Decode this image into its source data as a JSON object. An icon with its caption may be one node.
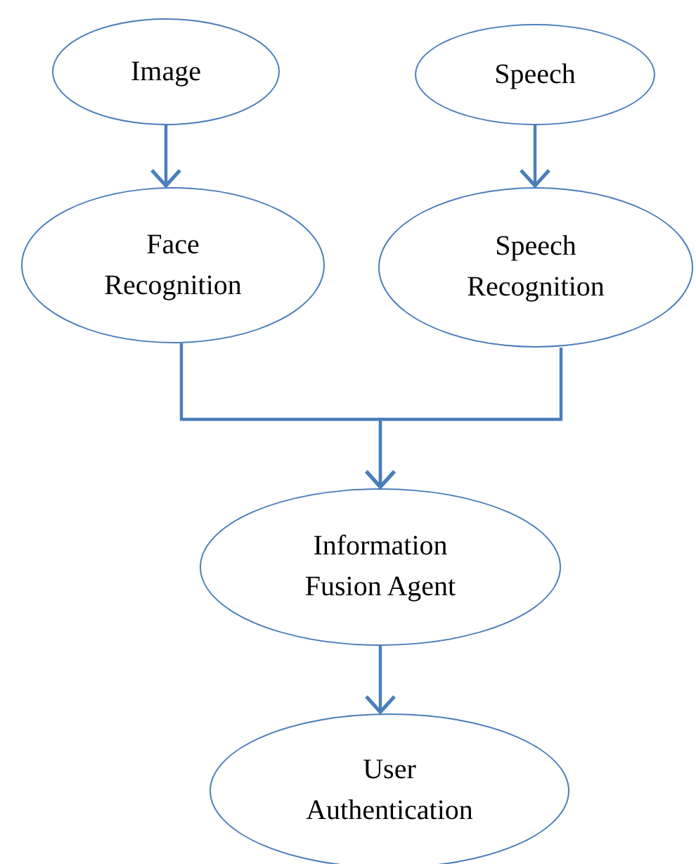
{
  "diagram": {
    "nodes": [
      {
        "text": [
          "Image"
        ]
      },
      {
        "text": [
          "Speech"
        ]
      },
      {
        "text": [
          "Face Recognition"
        ]
      },
      {
        "text": [
          "Speech Recognition"
        ]
      },
      {
        "text": [
          "Information Fusion Agent"
        ]
      },
      {
        "text": [
          "User Authentication"
        ]
      }
    ],
    "edges": [
      {
        "from": 0,
        "to": 2,
        "arrow": "to"
      },
      {
        "from": 1,
        "to": 3,
        "arrow": "to"
      },
      {
        "from": 2,
        "to": 4,
        "arrow": "to"
      },
      {
        "from": 3,
        "to": 4,
        "arrow": "to"
      },
      {
        "from": 4,
        "to": 5,
        "arrow": "to"
      }
    ]
  }
}
